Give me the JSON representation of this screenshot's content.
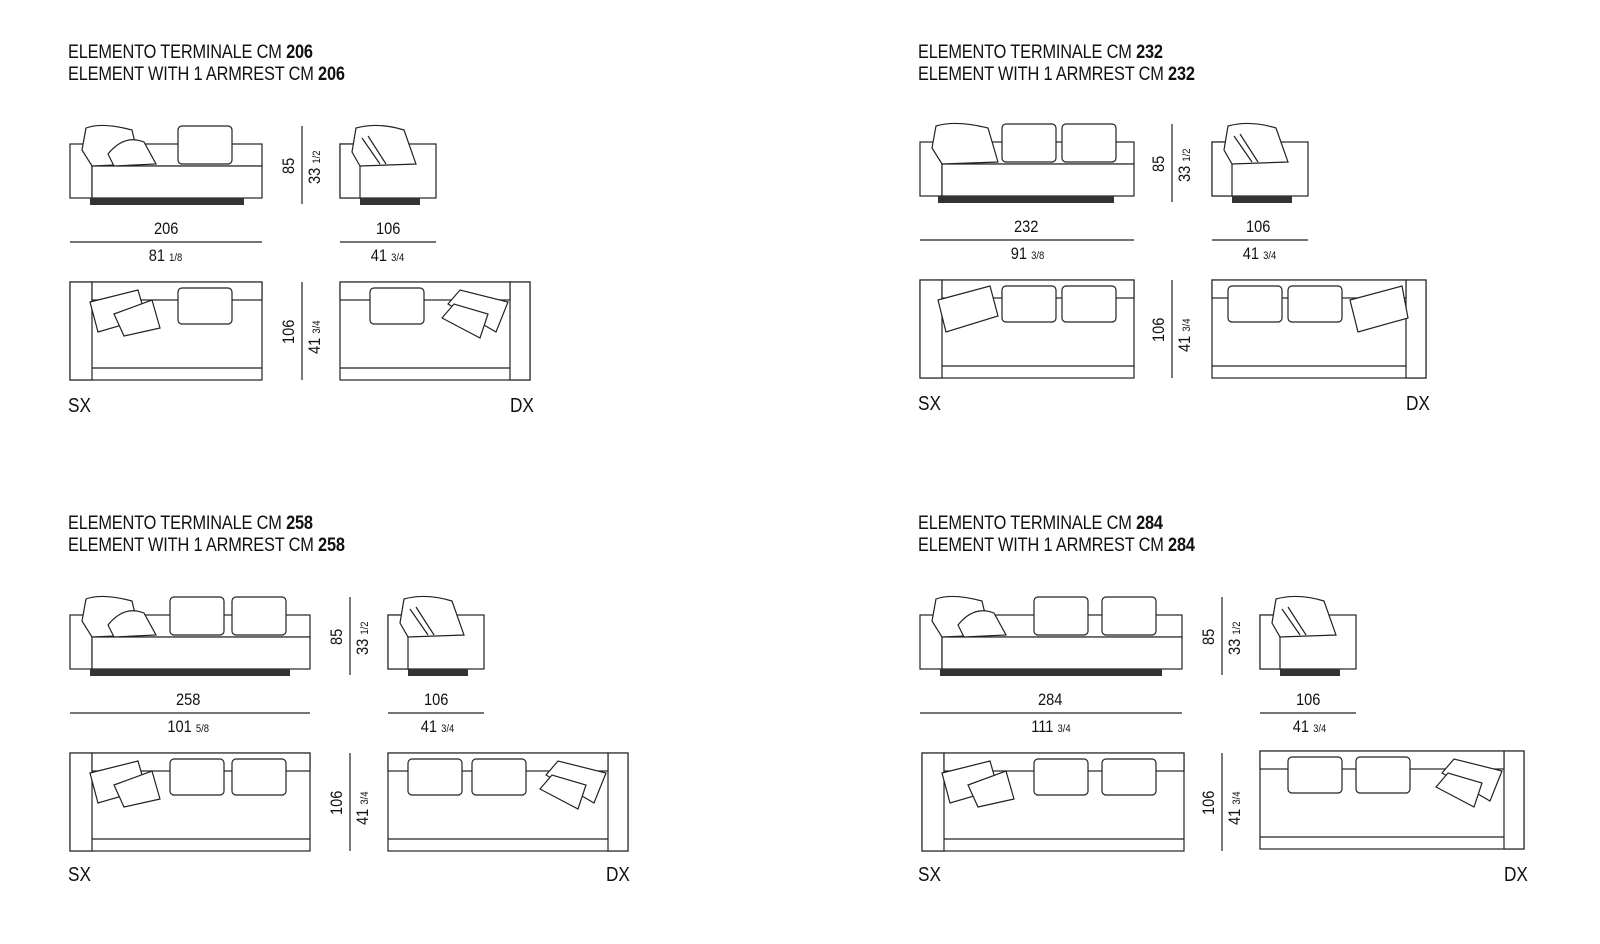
{
  "panels": [
    {
      "title_it": "ELEMENTO TERMINALE CM",
      "title_en": "ELEMENT WITH 1 ARMREST CM",
      "size": "206",
      "width_cm": "206",
      "width_in": "81",
      "width_in_frac": "1/8",
      "arm_cm": "106",
      "arm_in": "41",
      "arm_in_frac": "3/4",
      "height_cm": "85",
      "height_in": "33",
      "height_in_frac": "1/2",
      "depth_cm": "106",
      "depth_in": "41",
      "depth_in_frac": "3/4",
      "left_label": "SX",
      "right_label": "DX"
    },
    {
      "title_it": "ELEMENTO TERMINALE CM",
      "title_en": "ELEMENT WITH 1 ARMREST CM",
      "size": "232",
      "width_cm": "232",
      "width_in": "91",
      "width_in_frac": "3/8",
      "arm_cm": "106",
      "arm_in": "41",
      "arm_in_frac": "3/4",
      "height_cm": "85",
      "height_in": "33",
      "height_in_frac": "1/2",
      "depth_cm": "106",
      "depth_in": "41",
      "depth_in_frac": "3/4",
      "left_label": "SX",
      "right_label": "DX"
    },
    {
      "title_it": "ELEMENTO TERMINALE CM",
      "title_en": "ELEMENT WITH 1 ARMREST CM",
      "size": "258",
      "width_cm": "258",
      "width_in": "101",
      "width_in_frac": "5/8",
      "arm_cm": "106",
      "arm_in": "41",
      "arm_in_frac": "3/4",
      "height_cm": "85",
      "height_in": "33",
      "height_in_frac": "1/2",
      "depth_cm": "106",
      "depth_in": "41",
      "depth_in_frac": "3/4",
      "left_label": "SX",
      "right_label": "DX"
    },
    {
      "title_it": "ELEMENTO TERMINALE CM",
      "title_en": "ELEMENT WITH 1 ARMREST CM",
      "size": "284",
      "width_cm": "284",
      "width_in": "111",
      "width_in_frac": "3/4",
      "arm_cm": "106",
      "arm_in": "41",
      "arm_in_frac": "3/4",
      "height_cm": "85",
      "height_in": "33",
      "height_in_frac": "1/2",
      "depth_cm": "106",
      "depth_in": "41",
      "depth_in_frac": "3/4",
      "left_label": "SX",
      "right_label": "DX"
    }
  ]
}
